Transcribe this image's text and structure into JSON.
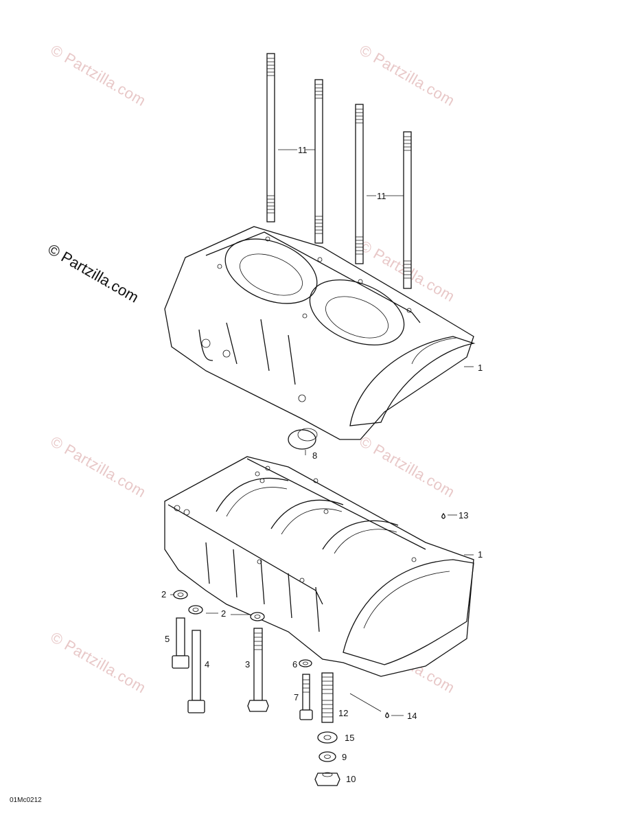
{
  "watermark": {
    "text": "© Partzilla.com",
    "main_text": "© Partzilla.com"
  },
  "drawing_code": "01Mc0212",
  "callouts": {
    "c11a": "11",
    "c11b": "11",
    "c1a": "1",
    "c8": "8",
    "c13": "13",
    "c1b": "1",
    "c2a": "2",
    "c2b": "2",
    "c5": "5",
    "c4": "4",
    "c3": "3",
    "c6": "6",
    "c7": "7",
    "c12": "12",
    "c14": "14",
    "c15": "15",
    "c9": "9",
    "c10": "10"
  },
  "colors": {
    "line": "#111111",
    "watermark": "#e8c8c8"
  }
}
